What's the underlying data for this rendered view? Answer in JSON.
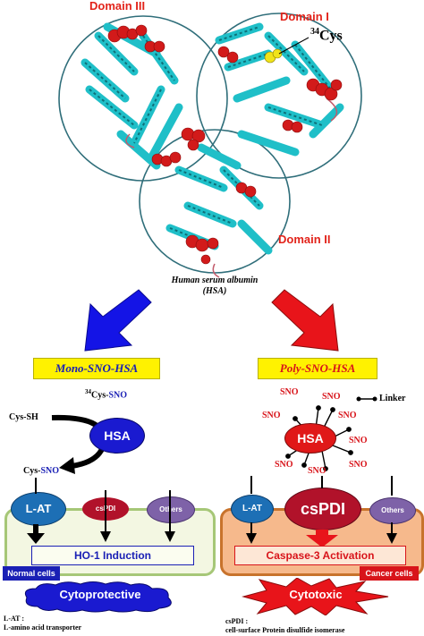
{
  "structure": {
    "domains": {
      "d3": "Domain III",
      "d1": "Domain I",
      "d2": "Domain II"
    },
    "cys_label_sup": "34",
    "cys_label_text": "Cys",
    "caption_line1": "Human serum albumin",
    "caption_line2": "(HSA)"
  },
  "left": {
    "title": "Mono-SNO-HSA",
    "cys_sh": "Cys-SH",
    "cys34_sup": "34",
    "cys34_text": "Cys-",
    "cys34_sno": "SNO",
    "hsa": "HSA",
    "cys_sno_prefix": "Cys-",
    "cys_sno_suffix": "SNO",
    "lat": "L-AT",
    "cspdi": "csPDI",
    "others": "Others",
    "induction": "HO-1 Induction",
    "cells": "Normal cells",
    "outcome": "Cytoprotective",
    "foot1": "L-AT :",
    "foot2": "L-amino acid transporter"
  },
  "right": {
    "title": "Poly-SNO-HSA",
    "linker": "Linker",
    "hsa": "HSA",
    "sno": "SNO",
    "lat": "L-AT",
    "cspdi": "csPDI",
    "others": "Others",
    "activation": "Caspase-3 Activation",
    "cells": "Cancer cells",
    "outcome": "Cytotoxic",
    "foot1": "csPDI :",
    "foot2": "cell-surface Protein disulfide isomerase"
  },
  "colors": {
    "helix": "#1fbfc8",
    "residue": "#d21a1a",
    "blue_arrow": "#1414e6",
    "red_arrow": "#e8141a",
    "left_panel": "#f3f7e2",
    "right_panel": "#f6b98c"
  }
}
